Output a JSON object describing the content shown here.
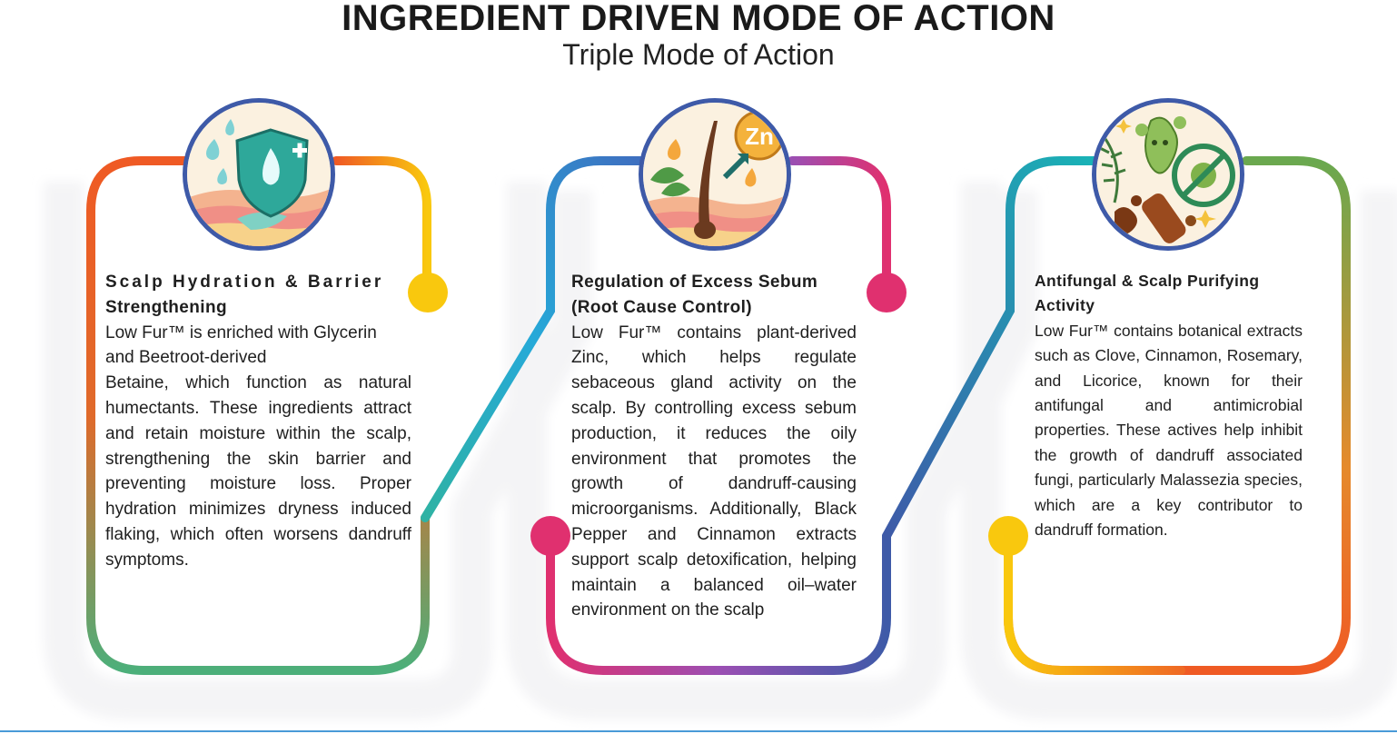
{
  "header": {
    "title": "INGREDIENT DRIVEN MODE OF ACTION",
    "subtitle": "Triple Mode of Action"
  },
  "colors": {
    "orange": "#ef5a24",
    "yellow": "#f9c80e",
    "teal": "#19b3b6",
    "blue": "#3e5aa8",
    "pink": "#e0306f",
    "green": "#6aa84f",
    "purple": "#9b4fb3"
  },
  "cards": [
    {
      "heading_line1": "Scalp Hydration & Barrier",
      "heading_line2": "Strengthening",
      "body_line1": "Low Fur™ is enriched with Glycerin",
      "body_line2": "and Beetroot-derived",
      "body_rest": "Betaine, which function as natural humectants. These ingredients attract and retain moisture within the scalp, strengthening the skin barrier and preventing moisture loss. Proper hydration minimizes dryness induced flaking, which often worsens dandruff symptoms.",
      "icon": "hydration-shield-icon"
    },
    {
      "heading_line1": "Regulation of Excess Sebum",
      "heading_line2": "(Root Cause Control)",
      "body": "Low Fur™ contains plant-derived Zinc, which helps regulate sebaceous gland activity on the scalp. By controlling excess sebum production, it reduces the oily environment that promotes the growth of dandruff-causing microorganisms. Additionally, Black Pepper and Cinnamon extracts support scalp detoxification, helping maintain a balanced oil–water environment on the scalp",
      "icon": "zinc-hair-follicle-icon",
      "icon_label": "Zn"
    },
    {
      "heading_line1": "Antifungal & Scalp Purifying",
      "heading_line2": "Activity",
      "body": "Low Fur™ contains botanical extracts such as Clove, Cinnamon, Rosemary, and Licorice, known for their antifungal and antimicrobial properties. These actives help inhibit the growth of dandruff associated fungi, particularly Malassezia species, which are a key contributor to dandruff formation.",
      "icon": "antifungal-botanical-icon"
    }
  ]
}
